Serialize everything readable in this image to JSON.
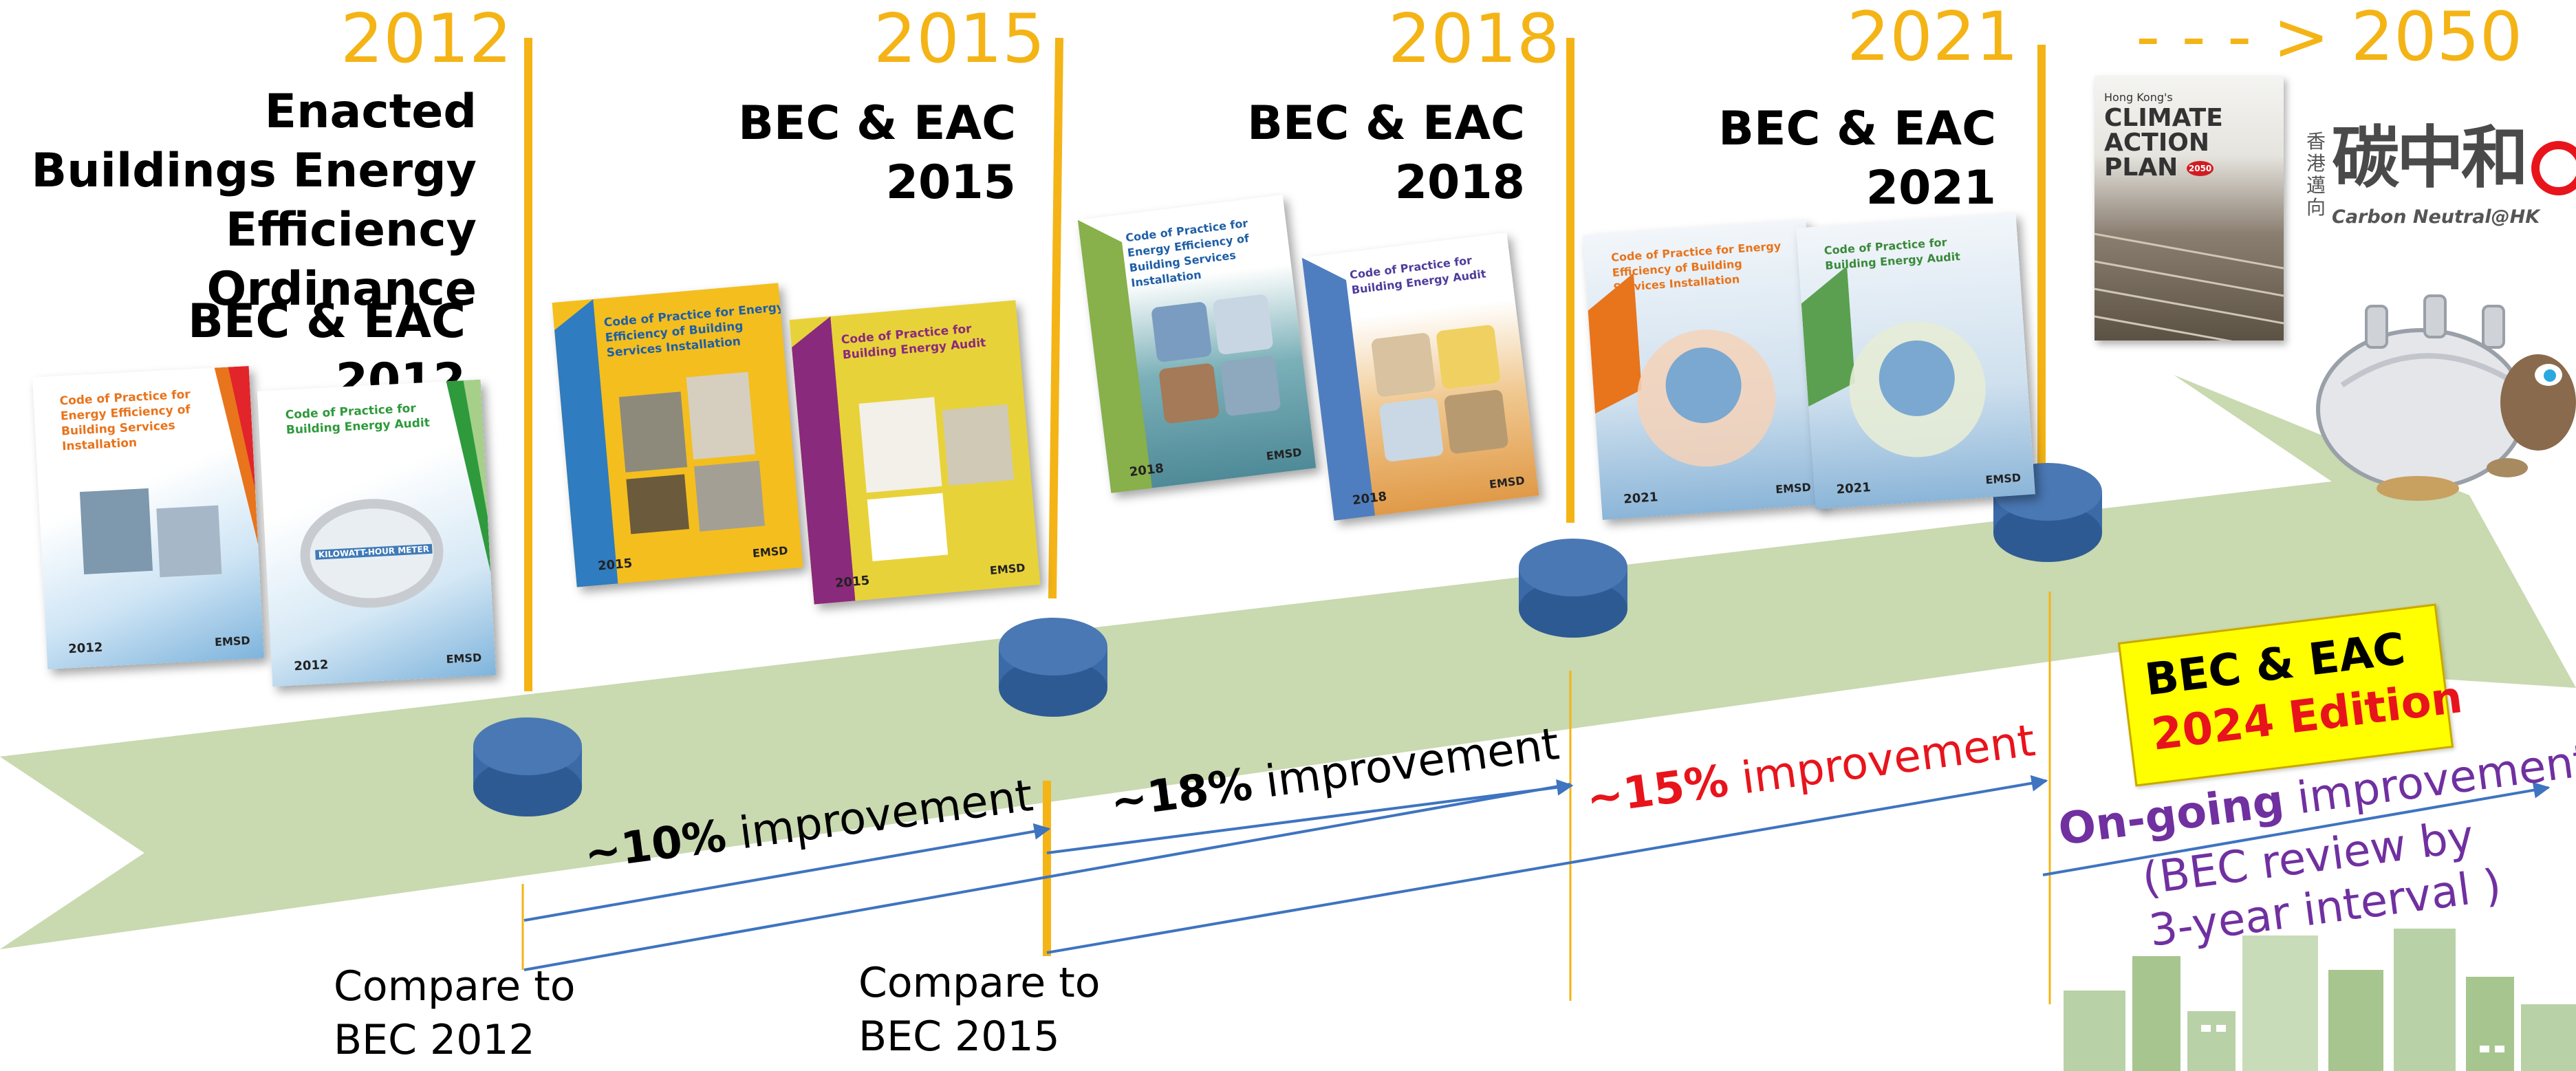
{
  "milestones": [
    {
      "year": "2012",
      "heading": [
        "Enacted",
        "Buildings Energy",
        "Efficiency Ordinance"
      ],
      "subheading": "BEC & EAC 2012"
    },
    {
      "year": "2015",
      "heading": [
        "BEC & EAC",
        "2015"
      ]
    },
    {
      "year": "2018",
      "heading": [
        "BEC & EAC",
        "2018"
      ]
    },
    {
      "year": "2021",
      "heading": [
        "BEC & EAC",
        "2021"
      ]
    },
    {
      "year": "- - - > 2050"
    }
  ],
  "books": {
    "bec_title": "Code of Practice for Energy Efficiency of Building Services Installation",
    "eac_title": "Code of Practice for Building Energy Audit",
    "meter_text": "KILOWATT-HOUR METER",
    "emsd": "EMSD",
    "years": [
      "2012",
      "2015",
      "2018",
      "2021"
    ]
  },
  "improvements": [
    {
      "value": "~10%",
      "text": " improvement"
    },
    {
      "value": "~18%",
      "text": " improvement"
    },
    {
      "value": "~15%",
      "text": " improvement"
    },
    {
      "value": "On-going",
      "text": " improvement",
      "note": [
        "(BEC review by",
        "3-year interval )"
      ]
    }
  ],
  "comparisons": [
    [
      "Compare to",
      "BEC 2012"
    ],
    [
      "Compare to",
      "BEC 2015"
    ]
  ],
  "climate_plan": {
    "line1": "Hong Kong's",
    "line2": "CLIMATE",
    "line3": "ACTION",
    "line4": "PLAN",
    "badge": "2050"
  },
  "carbon_neutral": {
    "chinese": "碳中和",
    "vertical": [
      "香",
      "港",
      "邁",
      "向"
    ],
    "english": "Carbon Neutral@HK"
  },
  "edition_box": {
    "line1": "BEC & EAC",
    "line2": "2024 Edition"
  },
  "colors": {
    "year": "#f4b416",
    "arrow": "#c9d9b0",
    "disc": "#3b6aa8",
    "red": "#e8141c",
    "purple": "#7030a0",
    "blue_line": "#3e74c0",
    "note_box": "#ffff00"
  }
}
